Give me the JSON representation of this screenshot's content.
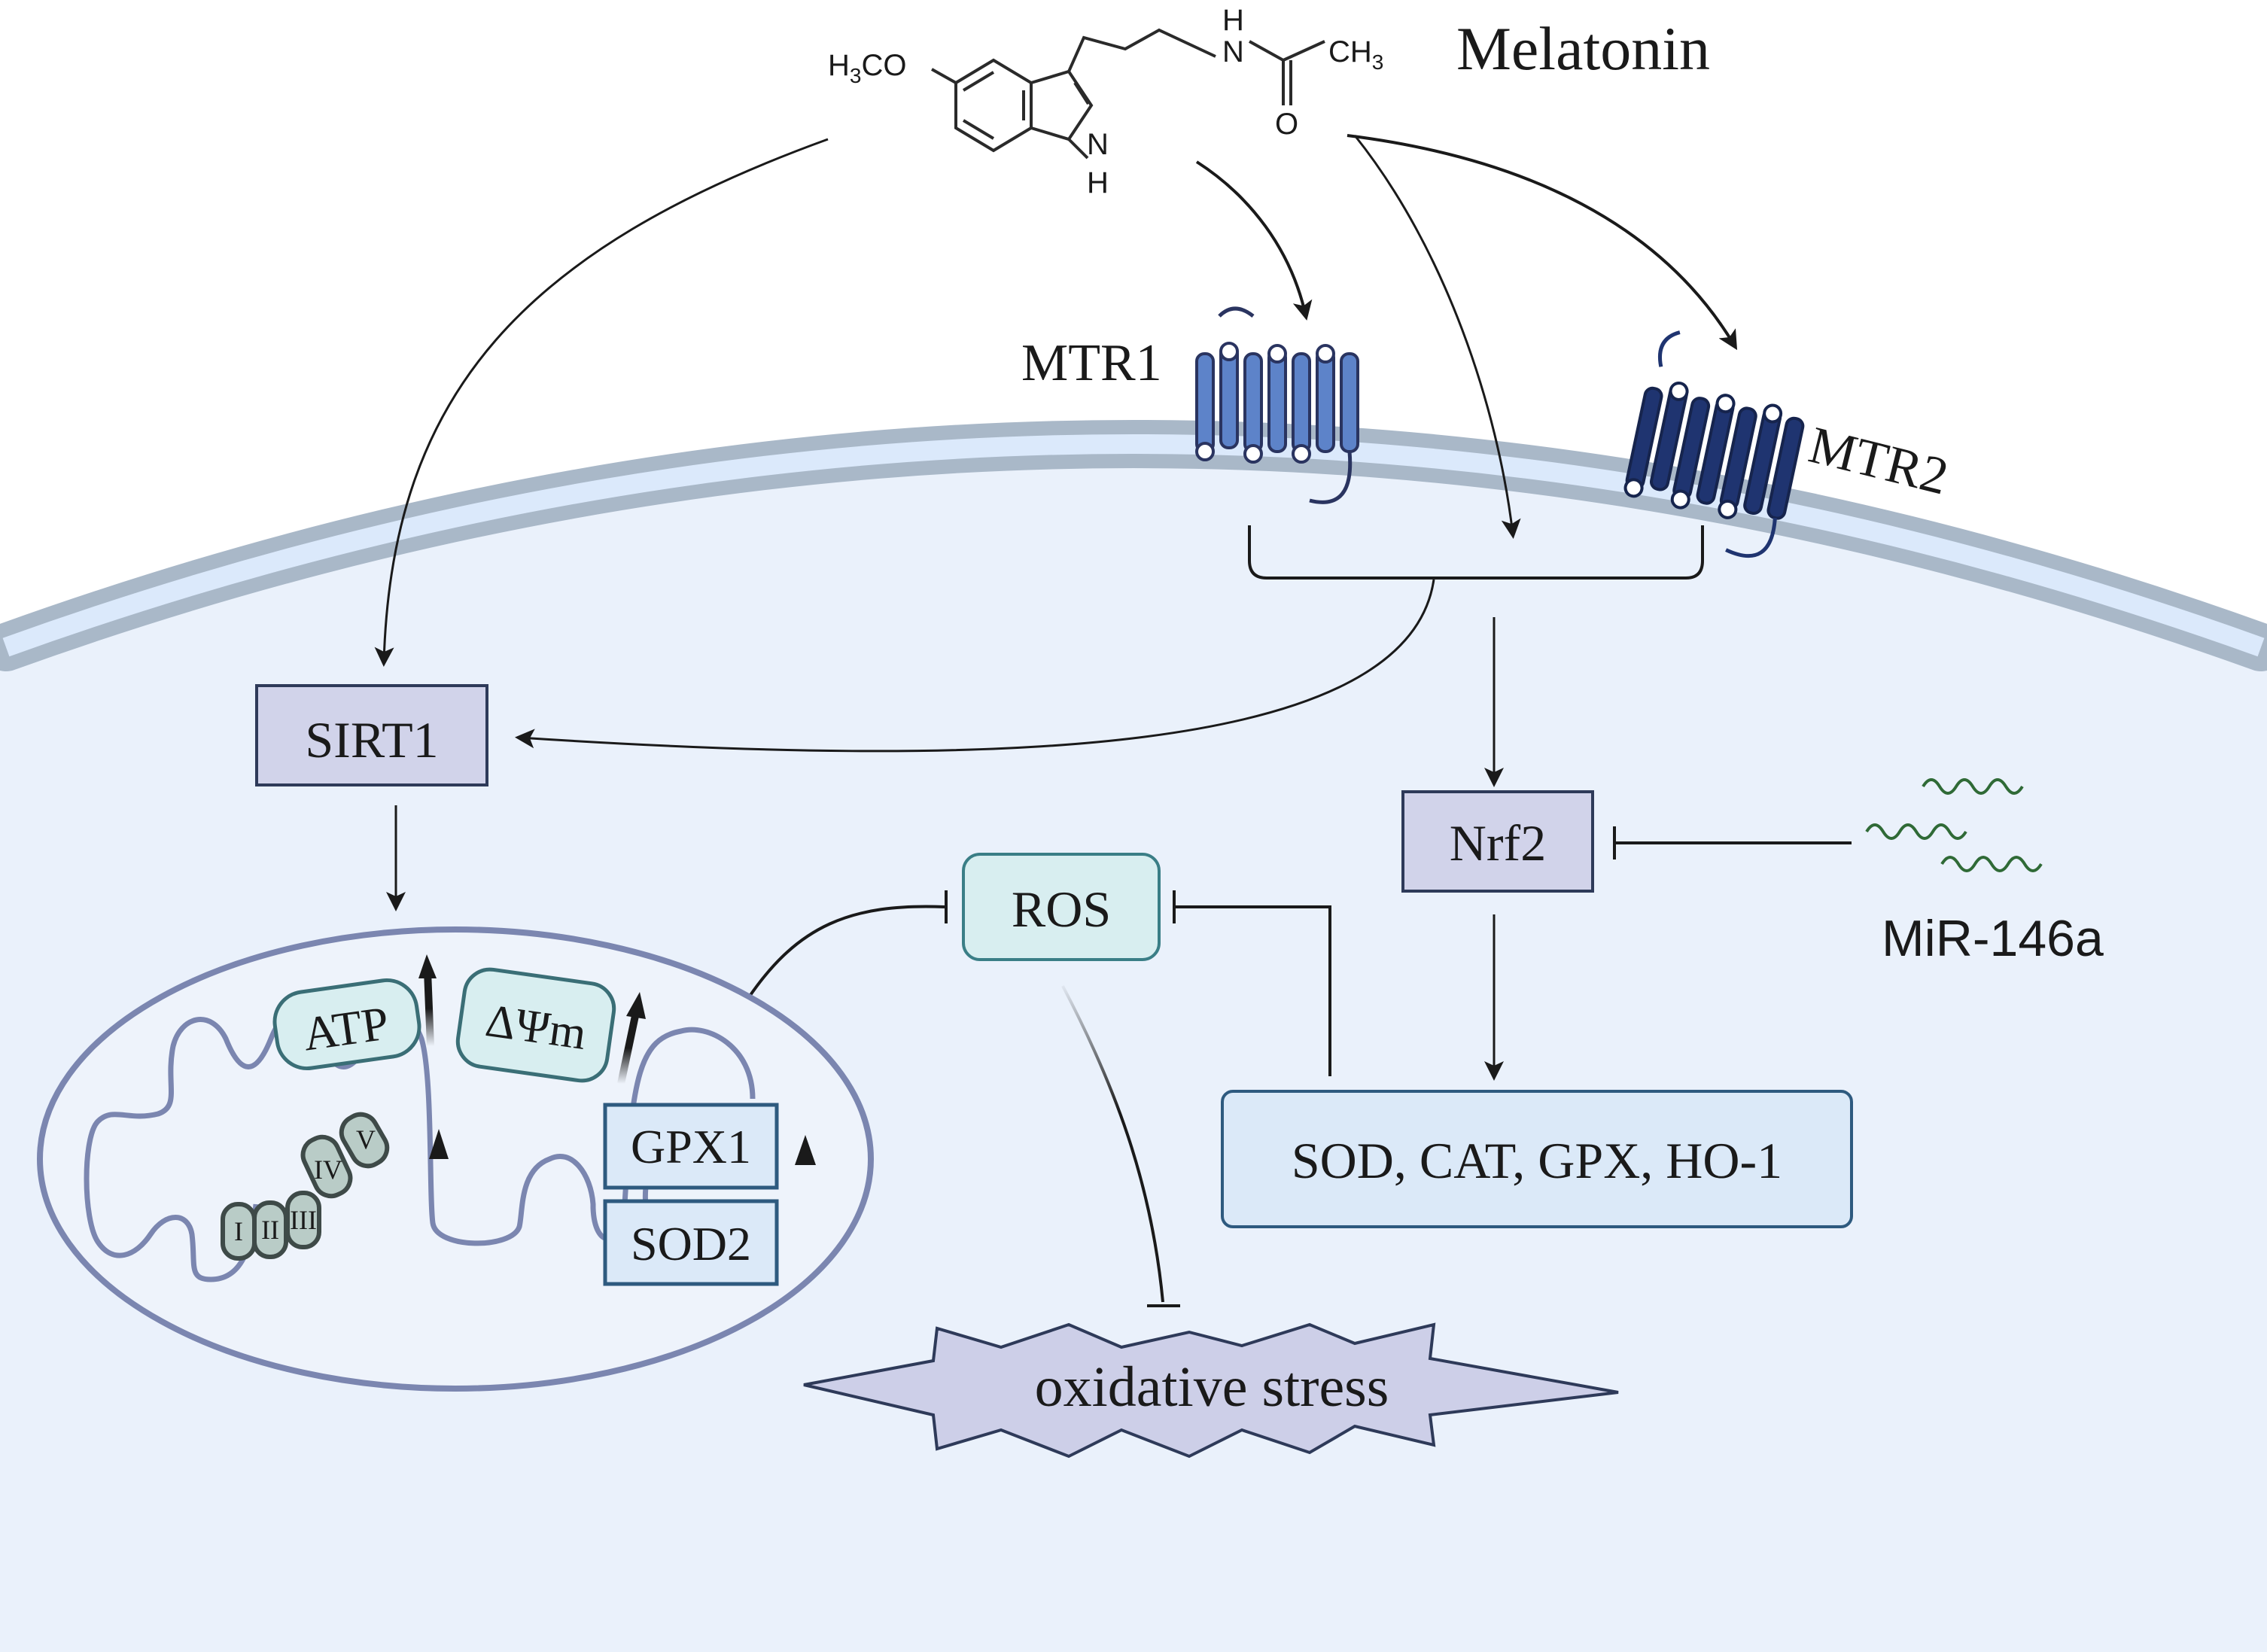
{
  "title": "Melatonin",
  "molecule": {
    "h3co": "H",
    "h3co_sub": "3",
    "h3co_tail": "CO",
    "nh_top": "H",
    "n_top": "N",
    "ch3": "CH",
    "ch3_sub": "3",
    "o": "O",
    "n_ring": "N",
    "h_ring": "H"
  },
  "receptors": {
    "mtr1": "MTR1",
    "mtr2": "MTR2"
  },
  "nodes": {
    "sirt1": "SIRT1",
    "nrf2": "Nrf2",
    "ros": "ROS",
    "enzymes": "SOD, CAT, GPX, HO-1",
    "mirna": "MiR-146a",
    "oxidative_stress": "oxidative stress"
  },
  "mitochondrion": {
    "atp": "ATP",
    "delta_psi": "ΔΨm",
    "gpx1": "GPX1",
    "sod2": "SOD2",
    "complexes": [
      "I",
      "II",
      "III",
      "IV",
      "V"
    ]
  },
  "colors": {
    "cell_fill": "#eaf1fb",
    "membrane_outer": "#a9b8c8",
    "membrane_inner": "#dbe9fb",
    "box_fill": "#d1d3ea",
    "box_stroke": "#2e3a59",
    "ros_fill": "#d8eef0",
    "enzyme_fill": "#dbe9f8",
    "mtr1": "#5d83c9",
    "mtr2": "#1f3470",
    "mirna": "#2f6a36",
    "stress_fill": "#cdcfe8"
  }
}
